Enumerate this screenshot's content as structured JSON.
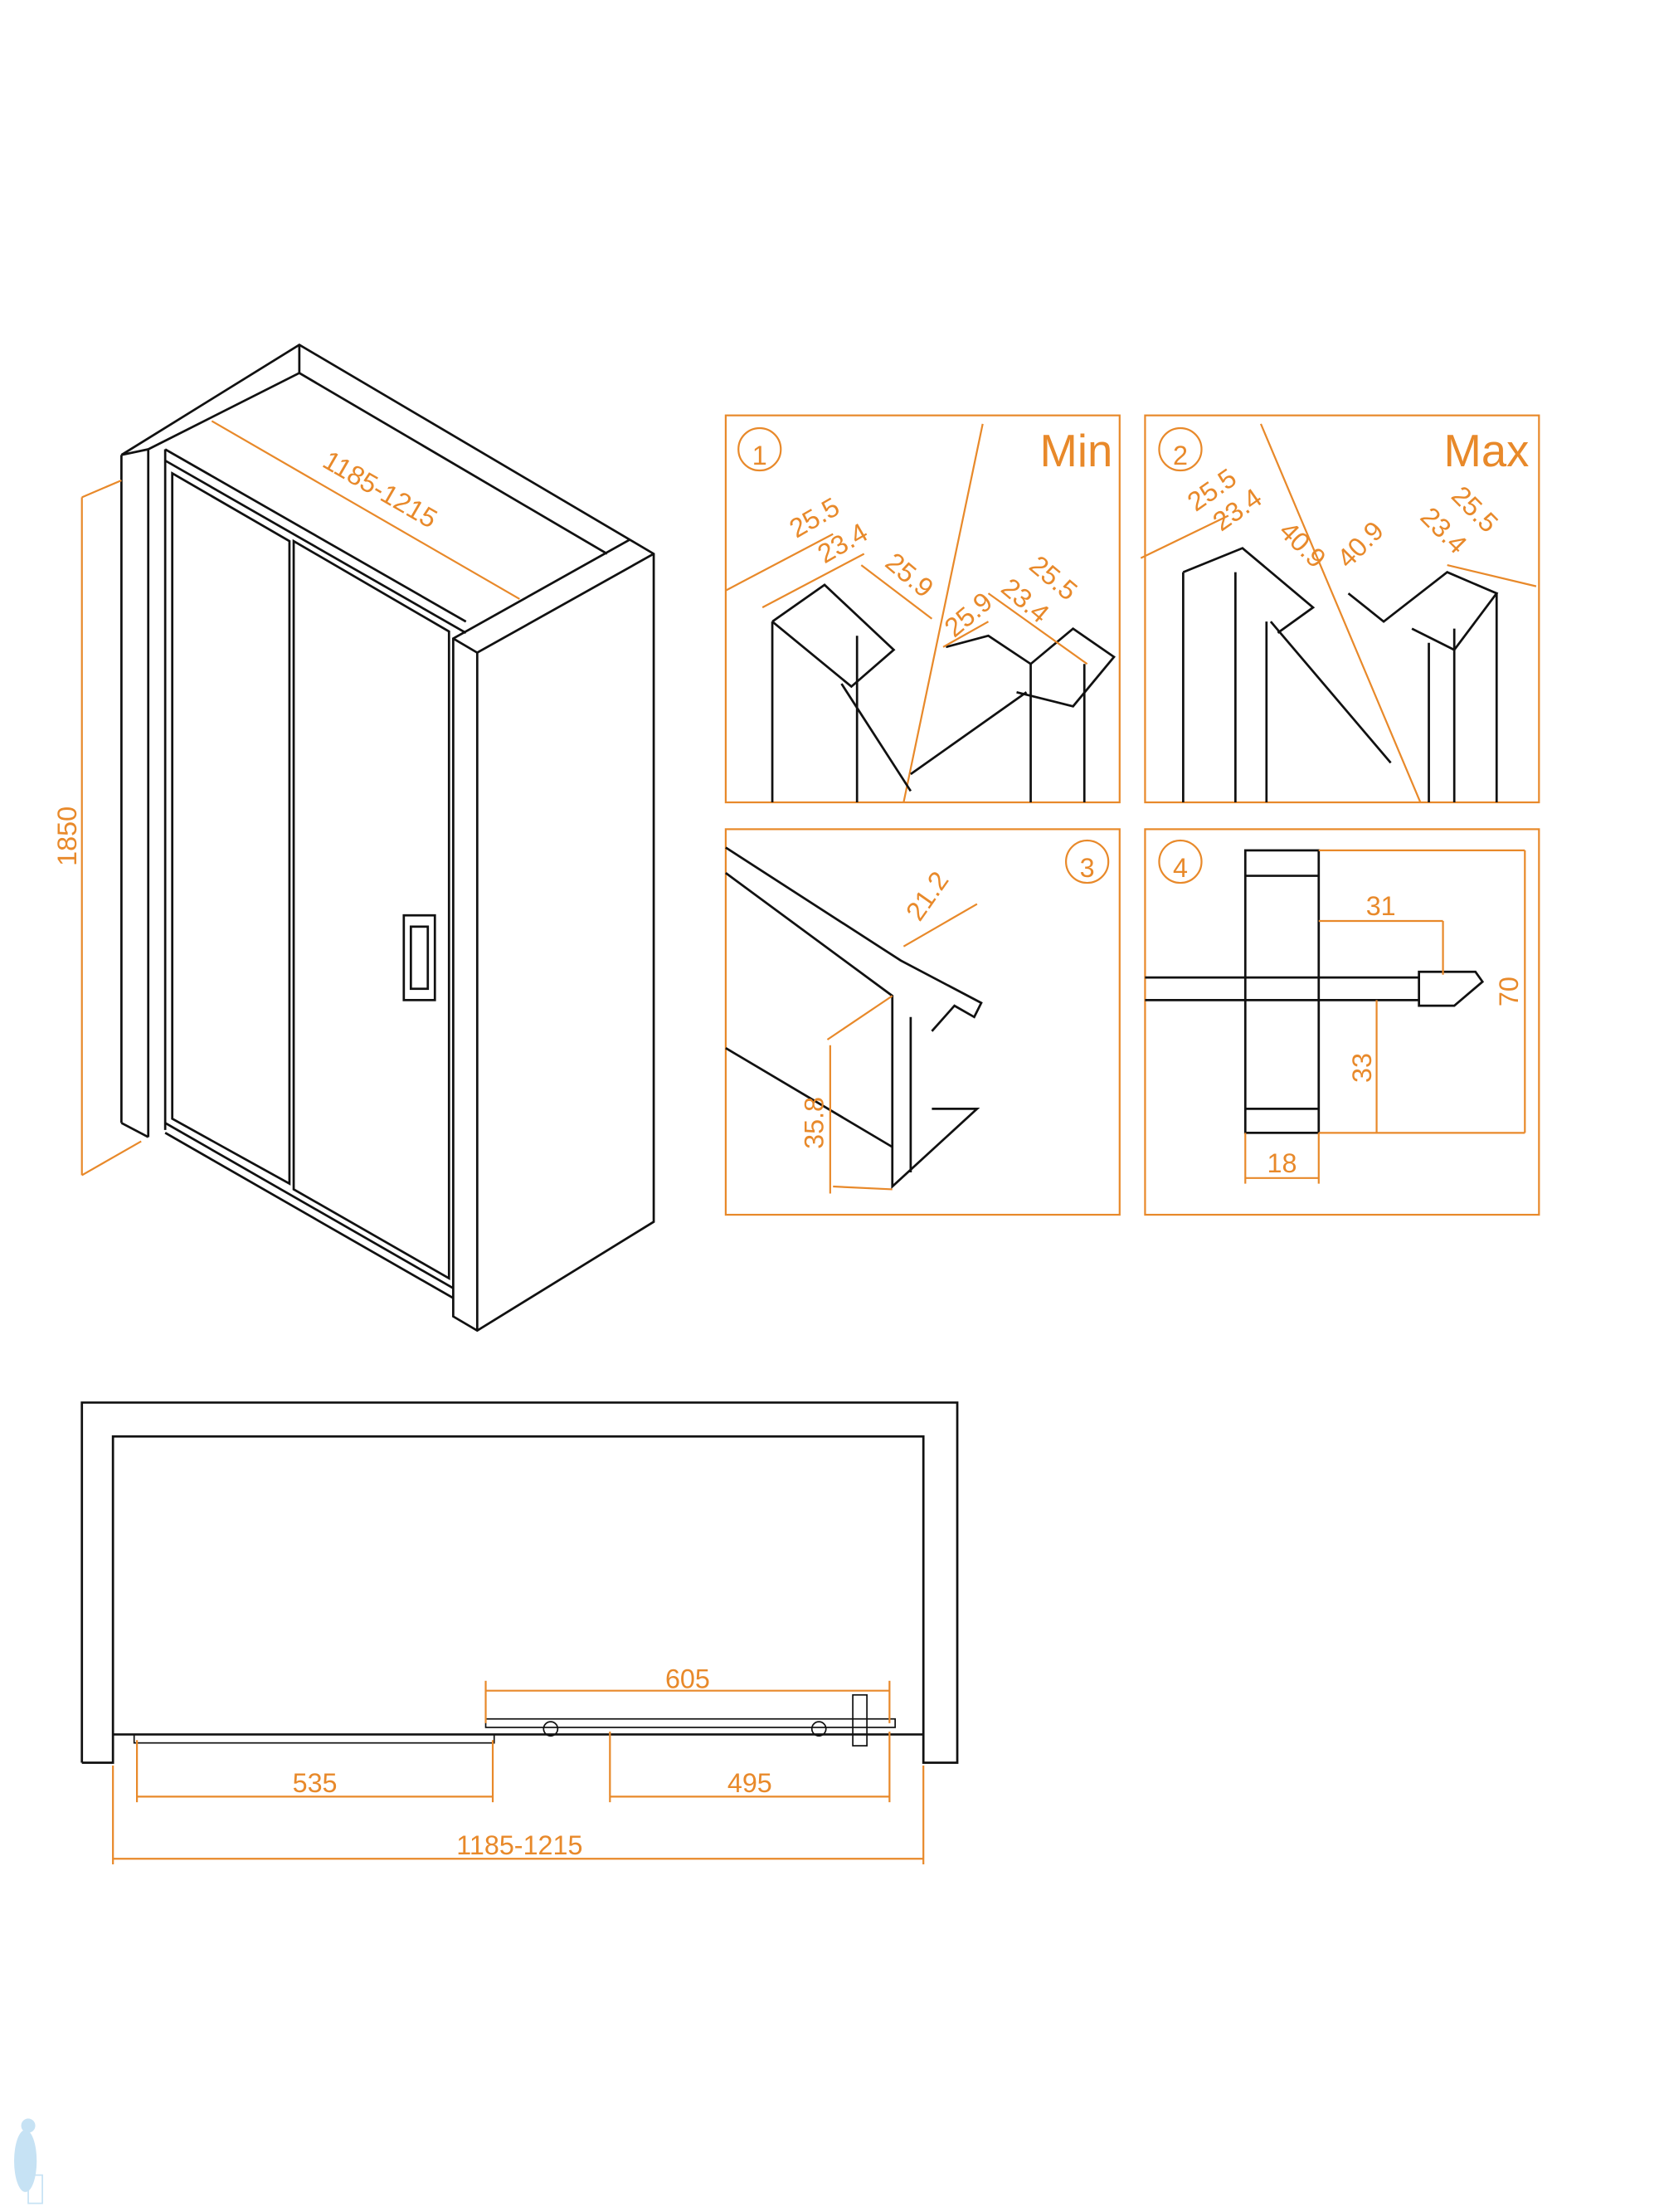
{
  "colors": {
    "accent": "#e8892a",
    "line": "#111111"
  },
  "main_view": {
    "height": "1850",
    "width": "1185-1215"
  },
  "detail_1": {
    "number": "1",
    "label": "Min",
    "dims": [
      "25.5",
      "23.4",
      "25.9",
      "25.9",
      "23.4",
      "25.5"
    ]
  },
  "detail_2": {
    "number": "2",
    "label": "Max",
    "dims": [
      "25.5",
      "23.4",
      "40.9",
      "40.9",
      "23.4",
      "25.5"
    ]
  },
  "detail_3": {
    "number": "3",
    "dims": [
      "21.2",
      "35.8"
    ]
  },
  "detail_4": {
    "number": "4",
    "dims": [
      "31",
      "70",
      "33",
      "18"
    ]
  },
  "plan_view": {
    "dims": [
      "605",
      "535",
      "495",
      "1185-1215"
    ]
  }
}
